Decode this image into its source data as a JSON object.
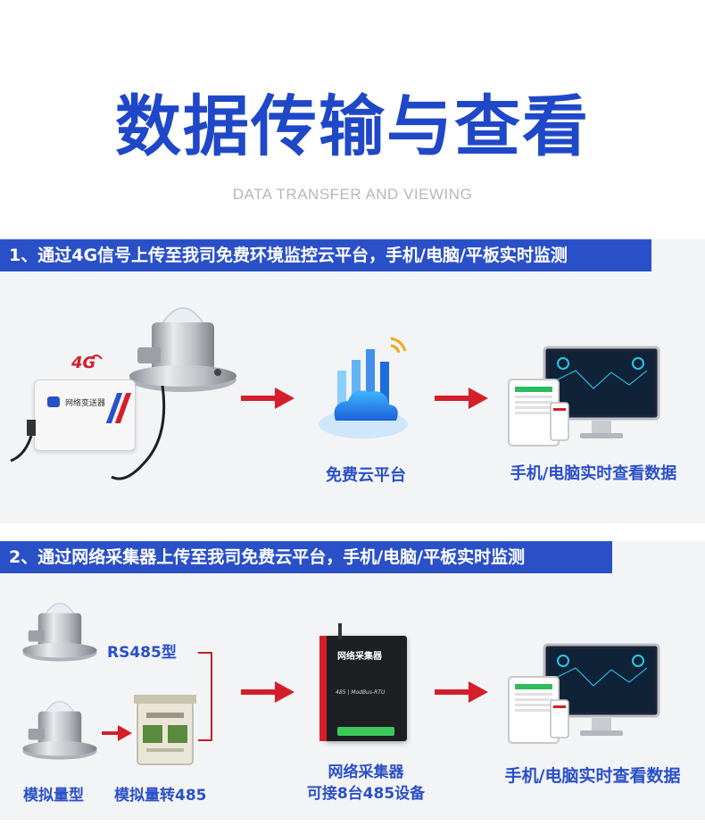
{
  "header": {
    "title": "数据传输与查看",
    "subtitle": "DATA TRANSFER AND VIEWING"
  },
  "section1": {
    "banner": "1、通过4G信号上传至我司免费环境监控云平台，手机/电脑/平板实时监测",
    "badge_4g": "4G",
    "device_label": "网络变送器",
    "cloud_label": "免费云平台",
    "view_label": "手机/电脑实时查看数据"
  },
  "section2": {
    "banner": "2、通过网络采集器上传至我司免费云平台，手机/电脑/平板实时监测",
    "rs485_label": "RS485型",
    "analog_label": "模拟量型",
    "converter_label": "模拟量转485",
    "collector_label_line1": "网络采集器",
    "collector_label_line2": "可接8台485设备",
    "collector_device_title": "网络采集器",
    "collector_device_sub": "485 | ModBus-RTU",
    "view_label": "手机/电脑实时查看数据"
  },
  "colors": {
    "brand_blue": "#2a50c8",
    "title_blue": "#1f48c8",
    "arrow_red": "#d41f2b",
    "section_bg": "#f3f4f6"
  }
}
